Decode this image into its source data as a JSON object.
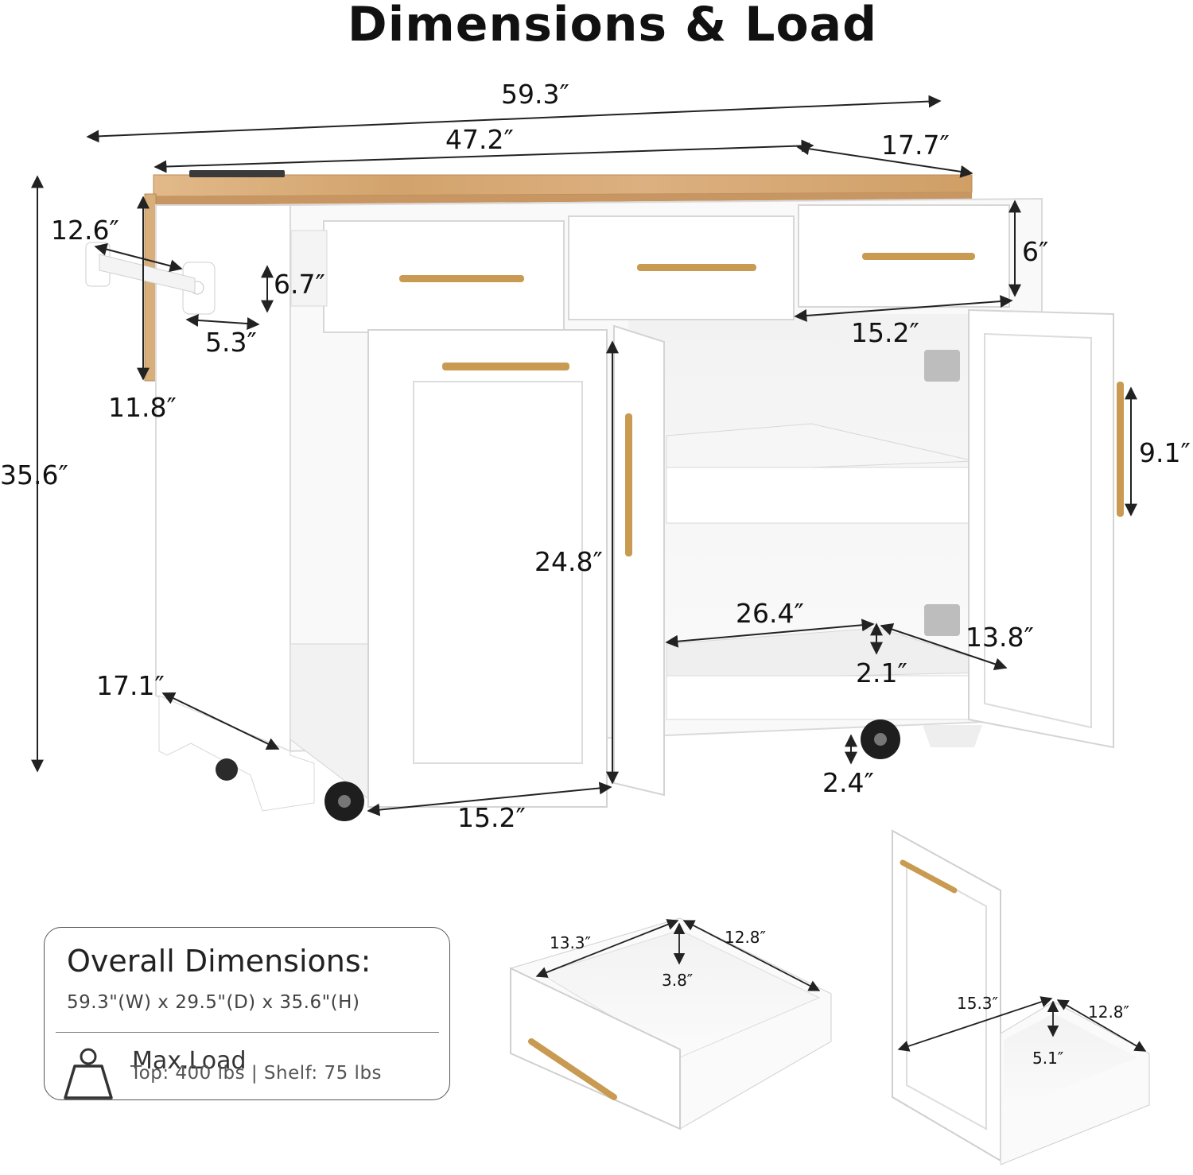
{
  "title": "Dimensions & Load",
  "dimensions": {
    "overall_width": "59.3″",
    "top_width": "47.2″",
    "top_depth": "17.7″",
    "height": "35.6″",
    "towel_rack_length": "12.6″",
    "towel_rack_height": "6.7″",
    "towel_rack_width": "5.3″",
    "drop_leaf_height": "11.8″",
    "drawer_height": "6″",
    "drawer_width": "15.2″",
    "handle_length": "9.1″",
    "door_height": "24.8″",
    "shelf_width": "26.4″",
    "shelf_depth": "13.8″",
    "shelf_lip": "2.1″",
    "ground_clearance": "2.4″",
    "base_depth": "17.1″",
    "door_width": "15.2″"
  },
  "drawer_detail": {
    "depth": "13.3″",
    "width": "12.8″",
    "height": "3.8″"
  },
  "bin_detail": {
    "depth": "15.3″",
    "width": "12.8″",
    "height": "5.1″"
  },
  "info": {
    "heading": "Overall Dimensions:",
    "overall": "59.3\"(W) x 29.5\"(D) x 35.6\"(H)",
    "load_heading": "Max.Load",
    "load_values": "Top: 400 lbs  | Shelf: 75 lbs"
  },
  "colors": {
    "wood": "#d7aa74",
    "cabinet": "#ffffff",
    "handle": "#c99a52",
    "line": "#222222"
  }
}
